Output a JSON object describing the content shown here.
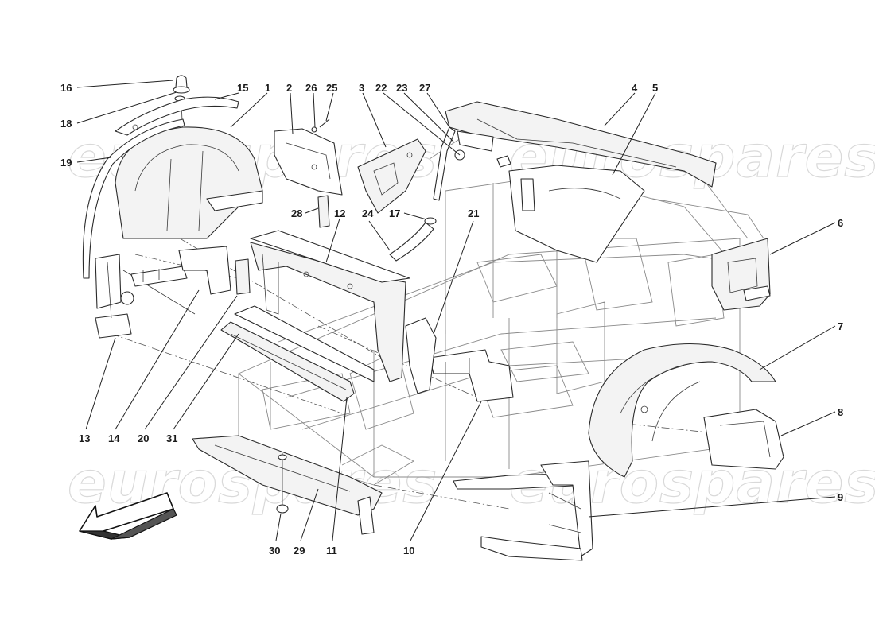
{
  "watermark": {
    "text": "eurospares"
  },
  "callouts": [
    "16",
    "18",
    "19",
    "15",
    "1",
    "2",
    "26",
    "25",
    "3",
    "22",
    "23",
    "27",
    "4",
    "5",
    "28",
    "12",
    "24",
    "17",
    "21",
    "6",
    "7",
    "8",
    "9",
    "13",
    "14",
    "20",
    "31",
    "30",
    "29",
    "11",
    "10"
  ]
}
